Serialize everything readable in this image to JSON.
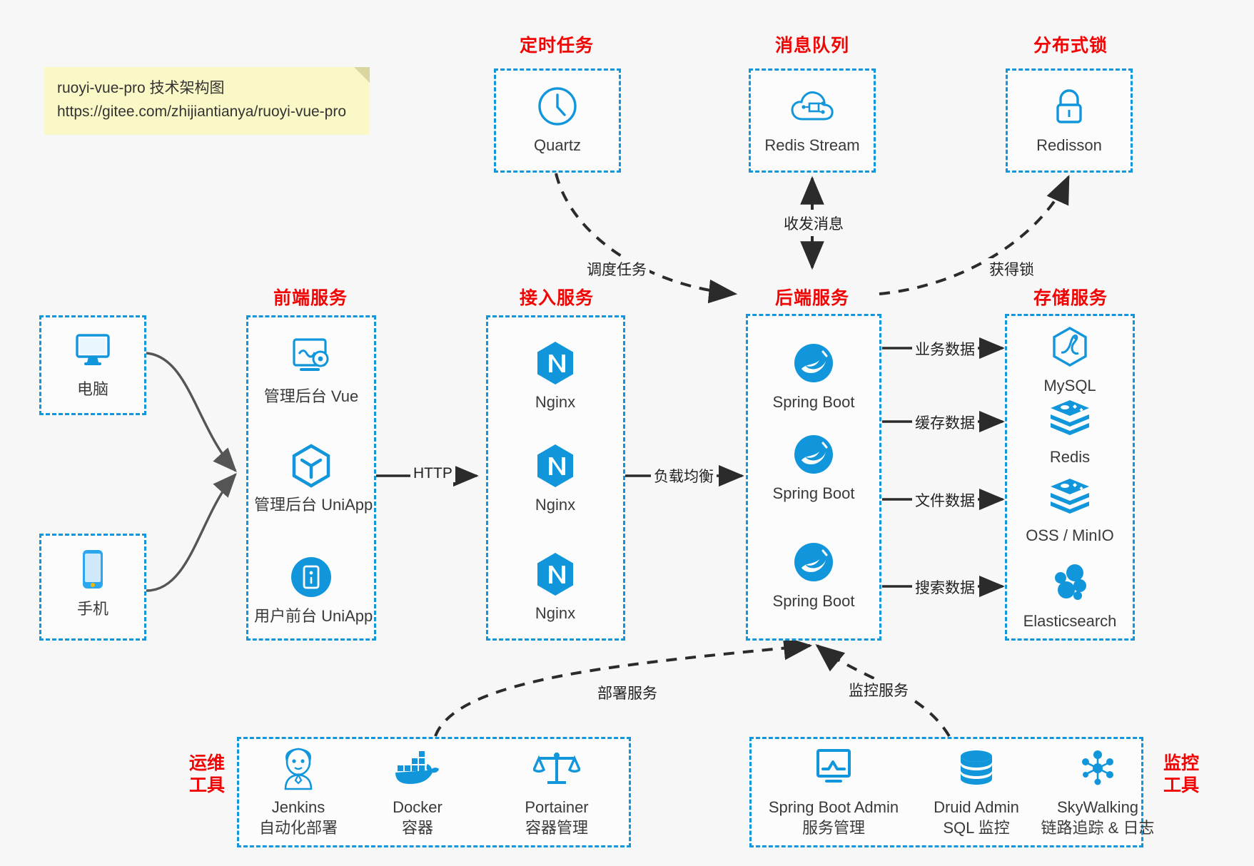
{
  "note": {
    "line1": "ruoyi-vue-pro 技术架构图",
    "line2": "https://gitee.com/zhijiantianya/ruoyi-vue-pro"
  },
  "colors": {
    "accent_blue": "#1296db",
    "group_red": "#f10404",
    "arrow_dark": "#2b2b2b",
    "background": "#f7f7f7",
    "box_fill": "#fcfcfc"
  },
  "groups": {
    "scheduler": {
      "title": "定时任务",
      "nodes": [
        {
          "label": "Quartz",
          "icon": "clock-icon"
        }
      ]
    },
    "mq": {
      "title": "消息队列",
      "nodes": [
        {
          "label": "Redis Stream",
          "icon": "cloud-stream-icon"
        }
      ]
    },
    "lock": {
      "title": "分布式锁",
      "nodes": [
        {
          "label": "Redisson",
          "icon": "lock-icon"
        }
      ]
    },
    "clients": {
      "title": "",
      "nodes": [
        {
          "label": "电脑",
          "icon": "desktop-icon"
        },
        {
          "label": "手机",
          "icon": "mobile-icon"
        }
      ]
    },
    "frontend": {
      "title": "前端服务",
      "nodes": [
        {
          "label": "管理后台 Vue",
          "icon": "dashboard-vue-icon"
        },
        {
          "label": "管理后台 UniApp",
          "icon": "uniapp-cube-icon"
        },
        {
          "label": "用户前台 UniApp",
          "icon": "user-app-icon"
        }
      ]
    },
    "gateway": {
      "title": "接入服务",
      "nodes": [
        {
          "label": "Nginx",
          "icon": "nginx-icon"
        },
        {
          "label": "Nginx",
          "icon": "nginx-icon"
        },
        {
          "label": "Nginx",
          "icon": "nginx-icon"
        }
      ]
    },
    "backend": {
      "title": "后端服务",
      "nodes": [
        {
          "label": "Spring Boot",
          "icon": "spring-boot-icon"
        },
        {
          "label": "Spring Boot",
          "icon": "spring-boot-icon"
        },
        {
          "label": "Spring Boot",
          "icon": "spring-boot-icon"
        }
      ]
    },
    "storage": {
      "title": "存储服务",
      "nodes": [
        {
          "label": "MySQL",
          "icon": "mysql-icon"
        },
        {
          "label": "Redis",
          "icon": "redis-icon"
        },
        {
          "label": "OSS / MinIO",
          "icon": "oss-minio-icon"
        },
        {
          "label": "Elasticsearch",
          "icon": "elasticsearch-icon"
        }
      ]
    },
    "devops": {
      "title": "运维\n工具",
      "title_l1": "运维",
      "title_l2": "工具",
      "nodes": [
        {
          "label": "Jenkins",
          "sub": "自动化部署",
          "icon": "jenkins-icon"
        },
        {
          "label": "Docker",
          "sub": "容器",
          "icon": "docker-icon"
        },
        {
          "label": "Portainer",
          "sub": "容器管理",
          "icon": "scales-icon"
        }
      ]
    },
    "monitor": {
      "title_l1": "监控",
      "title_l2": "工具",
      "nodes": [
        {
          "label": "Spring Boot Admin",
          "sub": "服务管理",
          "icon": "monitor-chart-icon"
        },
        {
          "label": "Druid Admin",
          "sub": "SQL 监控",
          "icon": "database-icon"
        },
        {
          "label": "SkyWalking",
          "sub": "链路追踪 & 日志",
          "icon": "skywalking-icon"
        }
      ]
    }
  },
  "edges": {
    "http": "HTTP",
    "load_balance": "负载均衡",
    "schedule_task": "调度任务",
    "send_receive_message": "收发消息",
    "acquire_lock": "获得锁",
    "business_data": "业务数据",
    "cache_data": "缓存数据",
    "file_data": "文件数据",
    "search_data": "搜索数据",
    "deploy_service": "部署服务",
    "monitor_service": "监控服务"
  }
}
